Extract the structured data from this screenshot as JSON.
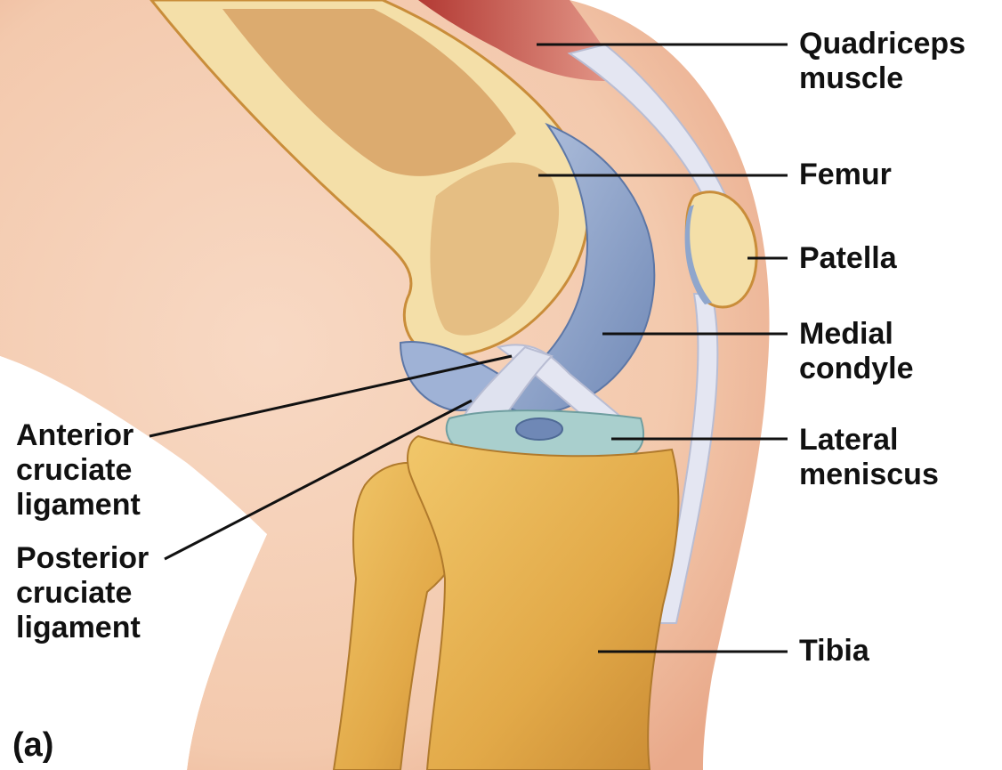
{
  "figure": {
    "panel_label": "(a)",
    "labels": {
      "quadriceps": [
        "Quadriceps",
        "muscle"
      ],
      "femur": [
        "Femur"
      ],
      "patella": [
        "Patella"
      ],
      "medial_condyle": [
        "Medial",
        "condyle"
      ],
      "lateral_meniscus": [
        "Lateral",
        "meniscus"
      ],
      "tibia": [
        "Tibia"
      ],
      "acl": [
        "Anterior",
        "cruciate",
        "ligament"
      ],
      "pcl": [
        "Posterior",
        "cruciate",
        "ligament"
      ]
    }
  },
  "colors": {
    "skin": "#f3c9ad",
    "skin_edge": "#e9a98a",
    "bone": "#f4dfa8",
    "bone_edge": "#c98d3a",
    "marrow": "#c9803f",
    "tibia": "#e6b050",
    "cartilage": "#8fa6cc",
    "ligament": "#e4e6f2",
    "meniscus": "#a9cfcd",
    "muscle": "#c0443a",
    "leader": "#111111"
  }
}
